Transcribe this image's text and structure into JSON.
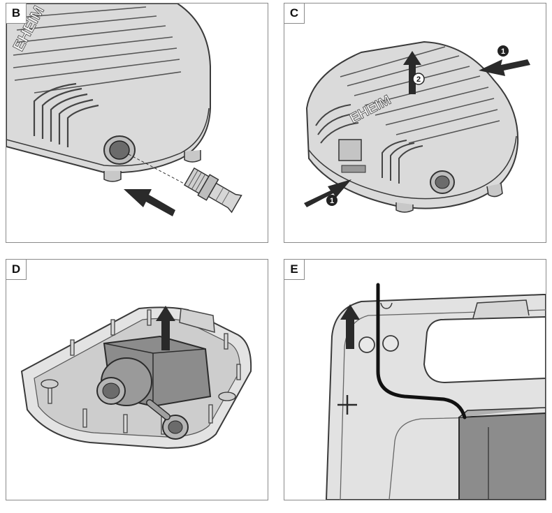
{
  "panels": [
    {
      "label": "B",
      "brand": "EHEIM"
    },
    {
      "label": "C",
      "brand": "EHEIM",
      "step_1": "1",
      "step_2": "2"
    },
    {
      "label": "D"
    },
    {
      "label": "E"
    }
  ],
  "colors": {
    "housing": "#d9d9d9",
    "housing_dark": "#b5b5b5",
    "outline": "#3a3a3a",
    "arrow": "#2a2a2a",
    "motor": "#8c8c8c",
    "cable": "#111111"
  },
  "icons": {
    "direction_arrow": "arrow-icon",
    "step_marker": "step-number-badge",
    "connector_part": "hose-connector-icon"
  }
}
